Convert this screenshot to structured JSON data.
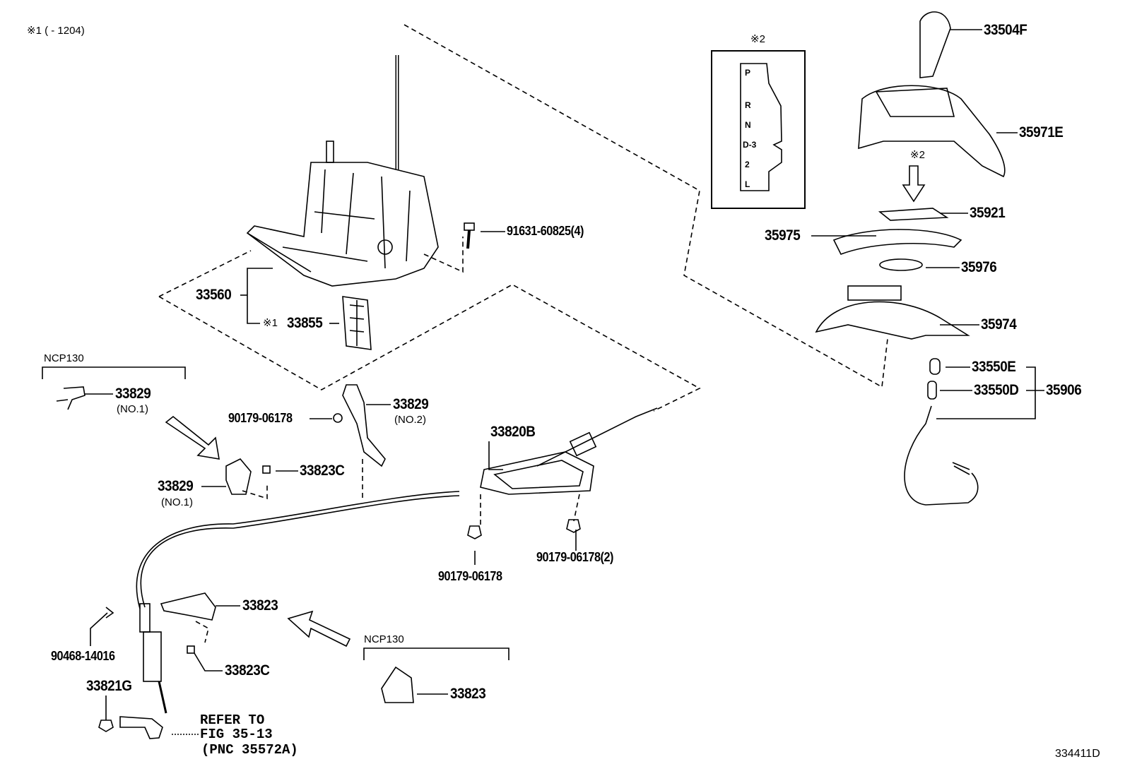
{
  "note_1": "※1 (      - 1204)",
  "note_2_box": "※2",
  "note_2_arrow": "※2",
  "diagram_code": "334411D",
  "shift_pattern": [
    "P",
    "R",
    "N",
    "D-3",
    "2",
    "L"
  ],
  "model_labels": {
    "ncp130_a": "NCP130",
    "ncp130_b": "NCP130"
  },
  "parts": {
    "knob": "33504F",
    "bezel": "35971E",
    "indicator_plate": "35921",
    "slide_cover": "35975",
    "cover_piece": "35976",
    "housing": "35974",
    "bulb_e": "33550E",
    "bulb_d": "33550D",
    "socket_assy": "35906",
    "bolt": "91631-60825(4)",
    "shift_lever_assy": "33560",
    "lock_solenoid_prefix": "※1",
    "lock_solenoid": "33855",
    "bracket_no1_top": "33829",
    "bracket_no1_top_sub": "(NO.1)",
    "nut_a": "90179-06178",
    "bracket_no2": "33829",
    "bracket_no2_sub": "(NO.2)",
    "cable": "33820B",
    "bolt_c_upper": "33823C",
    "bracket_no1": "33829",
    "bracket_no1_sub": "(NO.1)",
    "nut_b": "90179-06178",
    "nut_c": "90179-06178(2)",
    "bracket_33823": "33823",
    "clip": "90468-14016",
    "bolt_c_lower": "33823C",
    "retainer": "33821G",
    "bracket_33823_alt": "33823"
  },
  "reference": {
    "line1": "REFER TO",
    "line2": "FIG 35-13",
    "line3": "(PNC 35572A)"
  }
}
